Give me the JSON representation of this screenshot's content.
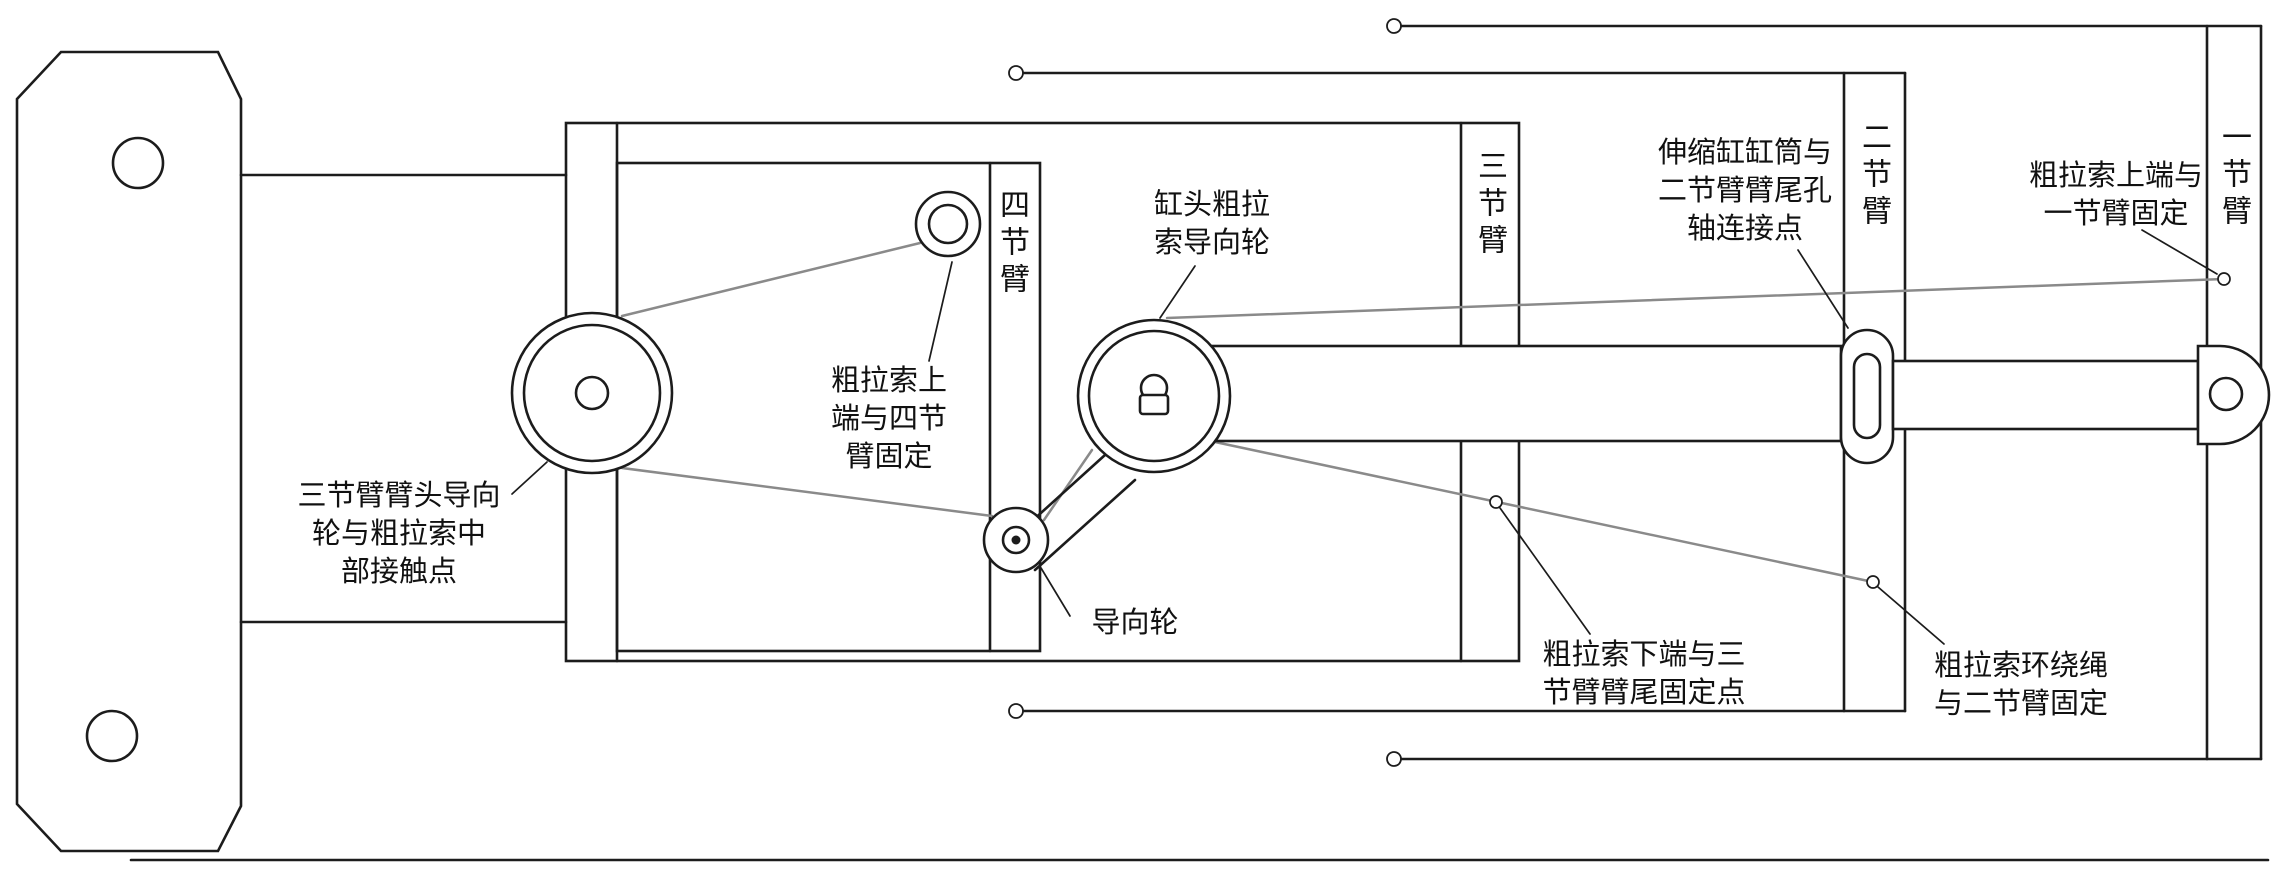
{
  "page": {
    "background": "#ffffff"
  },
  "colors": {
    "line": "#1c1c1c",
    "cable": "#8a8a8a",
    "label_text": "#111111"
  },
  "arm_labels": {
    "first": "一节臂",
    "second": "二节臂",
    "third": "三节臂",
    "fourth": "四节臂"
  },
  "annotations": {
    "cable_upper_fourth": {
      "lines": [
        "粗拉索上",
        "端与四节",
        "臂固定"
      ]
    },
    "cyl_head_pulley": {
      "lines": [
        "缸头粗拉",
        "索导向轮"
      ]
    },
    "third_arm_head_contact": {
      "lines": [
        "三节臂臂头导向",
        "轮与粗拉索中",
        "部接触点"
      ]
    },
    "guide_wheel": {
      "lines": [
        "导向轮"
      ]
    },
    "cylinder_connection": {
      "lines": [
        "伸缩缸缸筒与",
        "二节臂臂尾孔",
        "轴连接点"
      ]
    },
    "cable_upper_first": {
      "lines": [
        "粗拉索上端与",
        "一节臂固定"
      ]
    },
    "cable_lower_third": {
      "lines": [
        "粗拉索下端与三",
        "节臂臂尾固定点"
      ]
    },
    "cable_wrap_second": {
      "lines": [
        "粗拉索环绕绳",
        "与二节臂固定"
      ]
    }
  }
}
